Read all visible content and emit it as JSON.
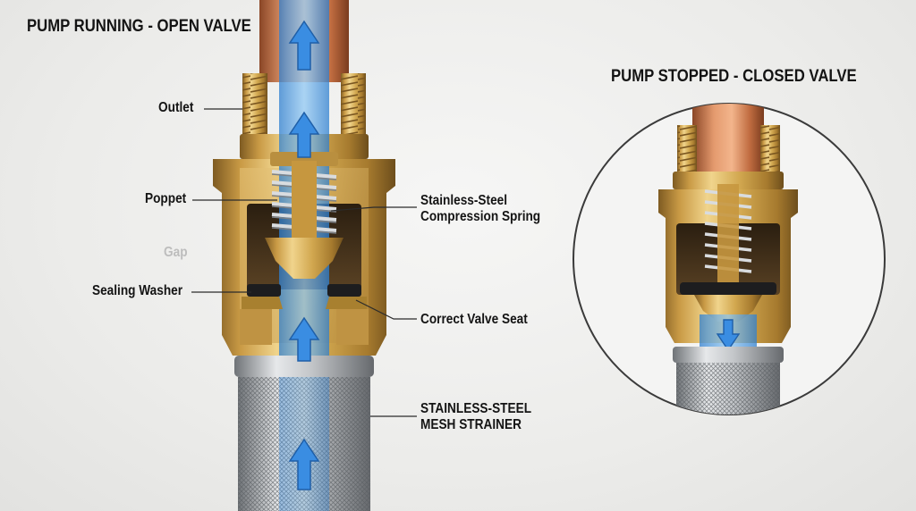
{
  "titles": {
    "running": "PUMP RUNNING - OPEN VALVE",
    "stopped": "PUMP STOPPED - CLOSED VALVE"
  },
  "callouts": {
    "outlet": "Outlet",
    "poppet": "Poppet",
    "gap": "Gap",
    "sealing_washer": "Sealing Washer",
    "spring_line1": "Stainless-Steel",
    "spring_line2": "Compression Spring",
    "valve_seat": "Correct Valve Seat",
    "strainer_line1": "STAINLESS-STEEL",
    "strainer_line2": "MESH STRAINER"
  },
  "colors": {
    "brass": "#c9a250",
    "copper": "#c97b52",
    "water": "#4f9fe3",
    "steel": "#b9bcc0",
    "washer": "#1d1d1f"
  },
  "icons": [
    "flow-up-arrow-icon",
    "flow-down-arrow-icon"
  ]
}
